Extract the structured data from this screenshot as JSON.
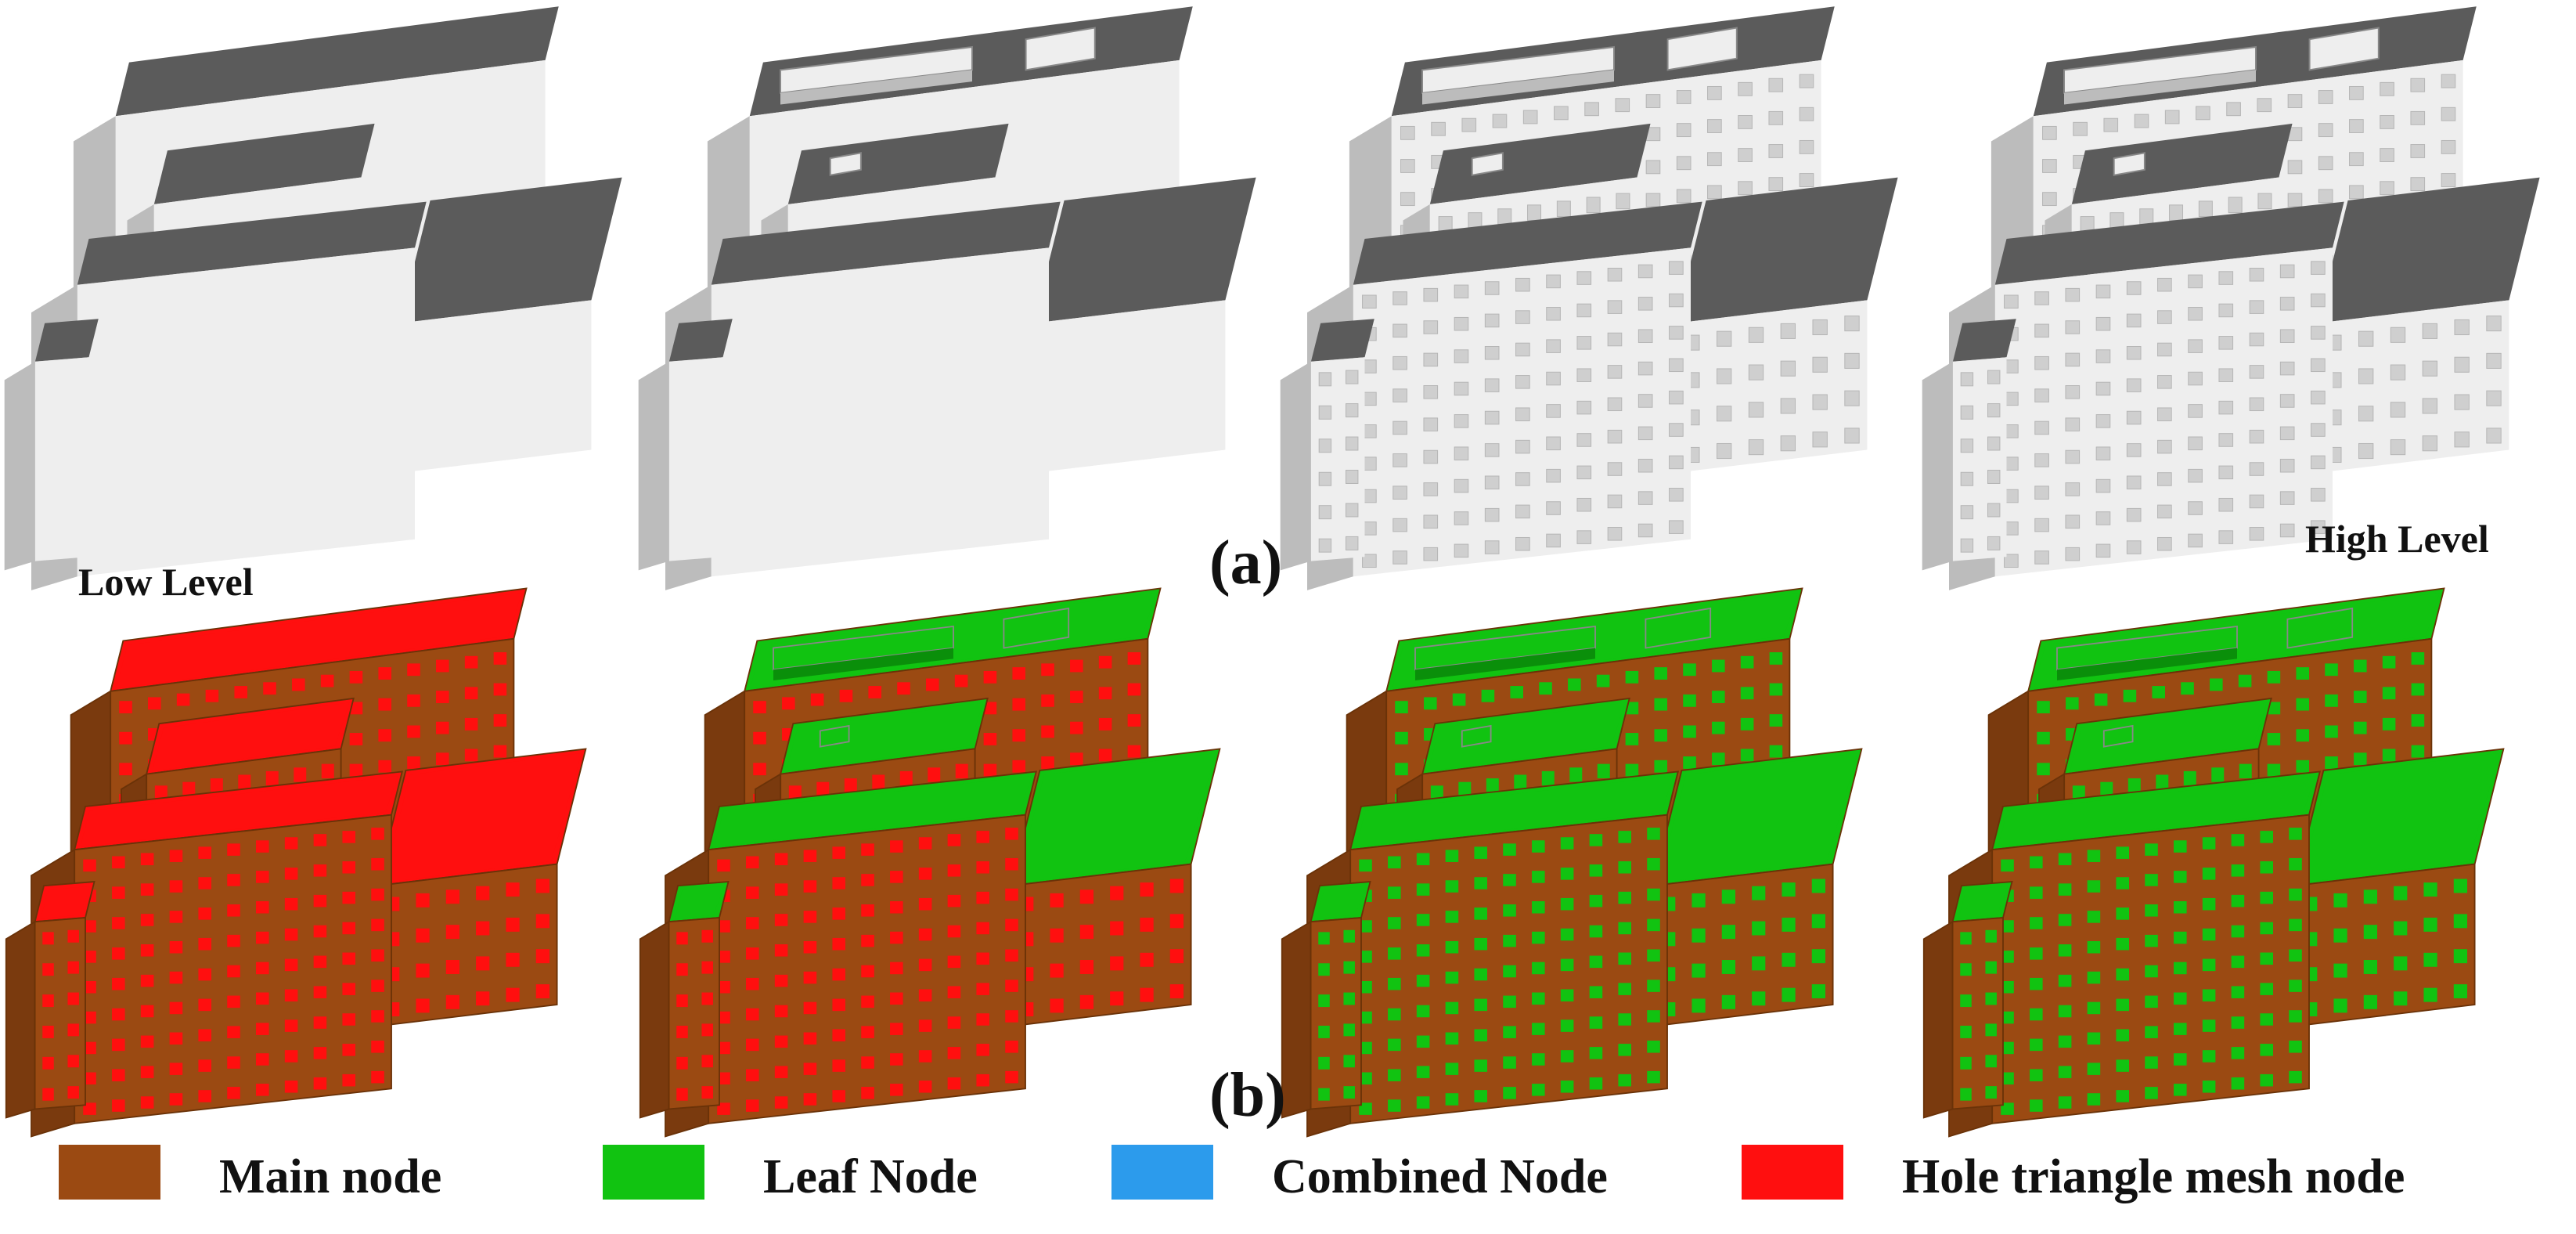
{
  "row_a": {
    "panel_label": "(a)",
    "low_label": "Low Level",
    "high_label": "High Level",
    "panels": [
      {
        "detail": "blocks",
        "windows": false,
        "rooftop": false
      },
      {
        "detail": "rooftop",
        "windows": false,
        "rooftop": true
      },
      {
        "detail": "windows",
        "windows": true,
        "rooftop": true
      },
      {
        "detail": "full",
        "windows": true,
        "rooftop": true
      }
    ]
  },
  "row_b": {
    "panel_label": "(b)",
    "panels": [
      {
        "roof": "hole",
        "windows": "hole"
      },
      {
        "roof": "leaf",
        "windows": "hole"
      },
      {
        "roof": "leaf",
        "windows": "leaf"
      },
      {
        "roof": "leaf",
        "windows": "leaf"
      }
    ]
  },
  "legend": [
    {
      "label": "Main node",
      "color": "#9b4a12"
    },
    {
      "label": "Leaf Node",
      "color": "#11c311"
    },
    {
      "label": "Combined Node",
      "color": "#2c9bec"
    },
    {
      "label": "Hole triangle mesh node",
      "color": "#ff0f0f"
    }
  ],
  "colors": {
    "white_front": "#eeeeee",
    "white_side": "#bcbcbc",
    "white_top": "#5b5b5b",
    "window_white": "#cfcfcf",
    "main_front": "#9b4a12",
    "main_side": "#7a3a0e",
    "hole": "#ff0f0f",
    "leaf": "#11c311"
  }
}
